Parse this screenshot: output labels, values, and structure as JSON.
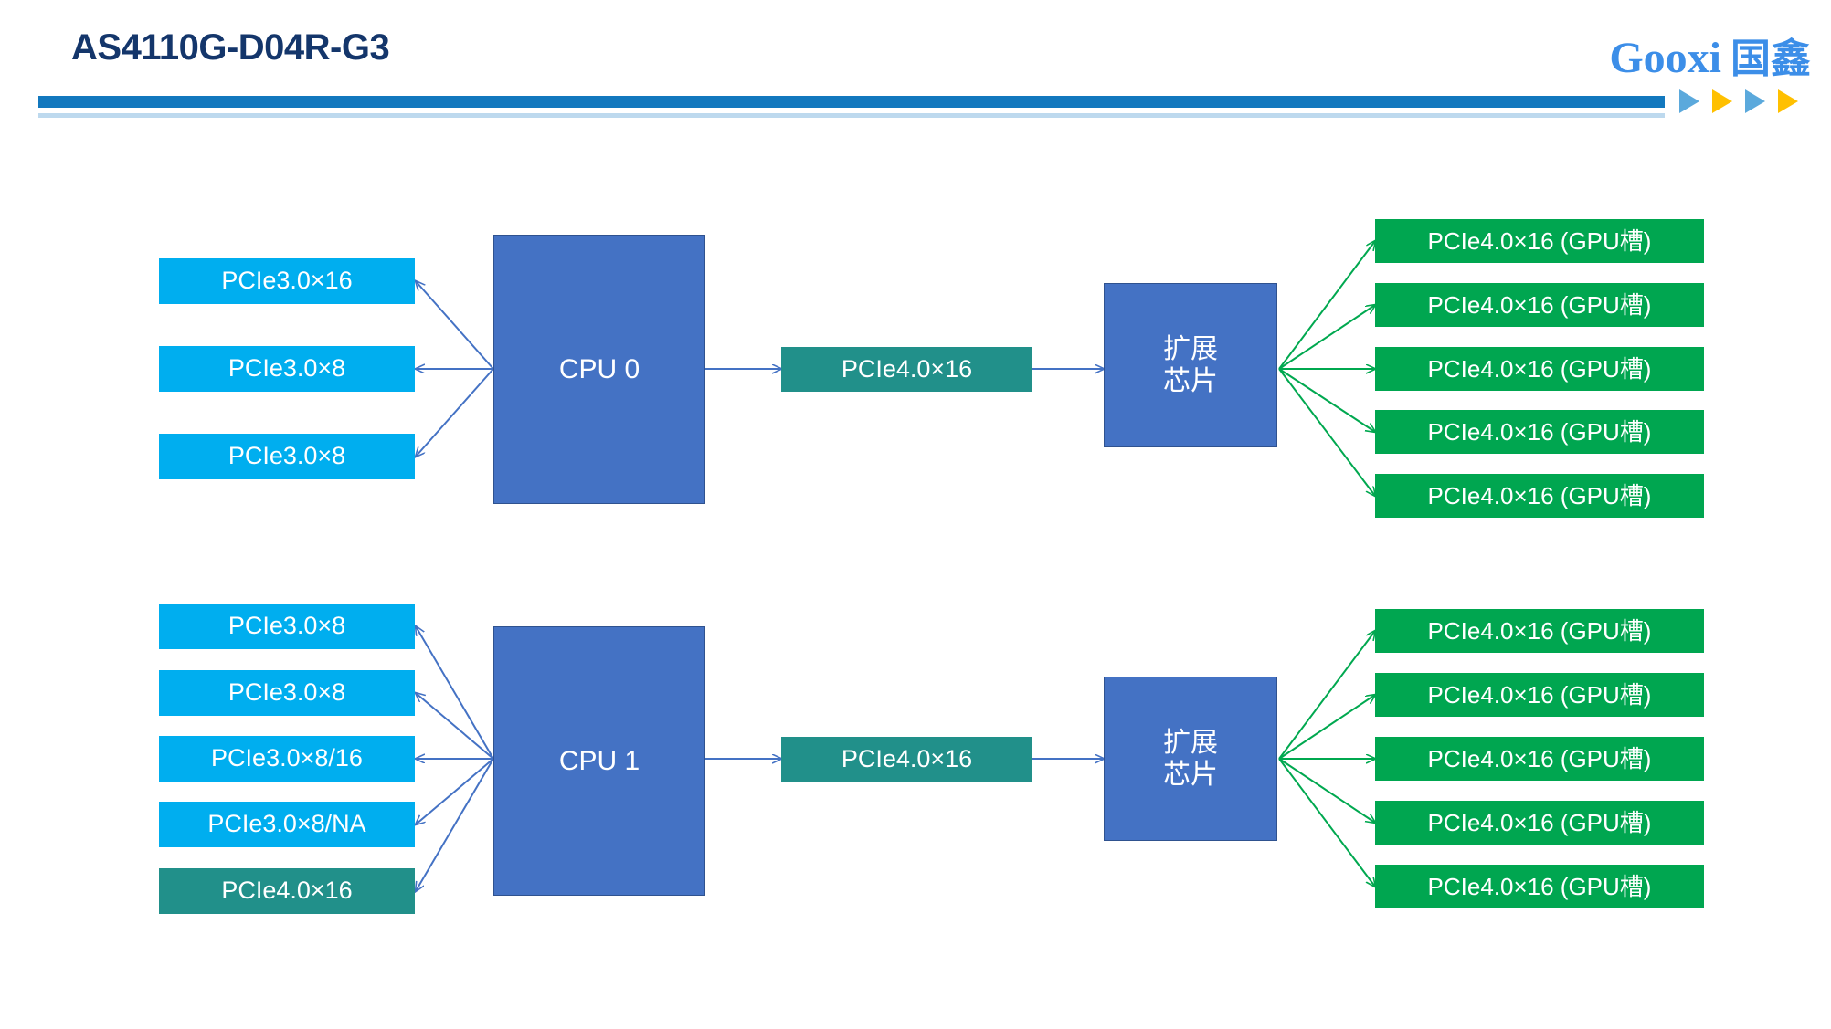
{
  "header": {
    "title": "AS4110G-D04R-G3",
    "brand_en": "Gooxi",
    "brand_cn": "国鑫",
    "rule_color": "#1278BE",
    "triangles": [
      "#5BA9DC",
      "#FFC000",
      "#5BA9DC",
      "#FFC000"
    ]
  },
  "colors": {
    "cyan": "#00AEEF",
    "teal": "#21908A",
    "green": "#00A650",
    "blue": "#4472C4",
    "blue_arrow": "#4472C4",
    "green_arrow": "#00A84F",
    "title": "#14366B",
    "brand": "#3C8EE8"
  },
  "diagram": {
    "groups": [
      {
        "cpu": "CPU 0",
        "left_slots": [
          {
            "label": "PCIe3.0×16",
            "color": "cyan"
          },
          {
            "label": "PCIe3.0×8",
            "color": "cyan"
          },
          {
            "label": "PCIe3.0×8",
            "color": "cyan"
          }
        ],
        "link": "PCIe4.0×16",
        "chip": "扩展\n芯片",
        "gpu_slots": [
          "PCIe4.0×16 (GPU槽)",
          "PCIe4.0×16 (GPU槽)",
          "PCIe4.0×16 (GPU槽)",
          "PCIe4.0×16 (GPU槽)",
          "PCIe4.0×16 (GPU槽)"
        ]
      },
      {
        "cpu": "CPU 1",
        "left_slots": [
          {
            "label": "PCIe3.0×8",
            "color": "cyan"
          },
          {
            "label": "PCIe3.0×8",
            "color": "cyan"
          },
          {
            "label": "PCIe3.0×8/16",
            "color": "cyan"
          },
          {
            "label": "PCIe3.0×8/NA",
            "color": "cyan"
          },
          {
            "label": "PCIe4.0×16",
            "color": "teal"
          }
        ],
        "link": "PCIe4.0×16",
        "chip": "扩展\n芯片",
        "gpu_slots": [
          "PCIe4.0×16 (GPU槽)",
          "PCIe4.0×16 (GPU槽)",
          "PCIe4.0×16 (GPU槽)",
          "PCIe4.0×16 (GPU槽)",
          "PCIe4.0×16 (GPU槽)"
        ]
      }
    ]
  }
}
